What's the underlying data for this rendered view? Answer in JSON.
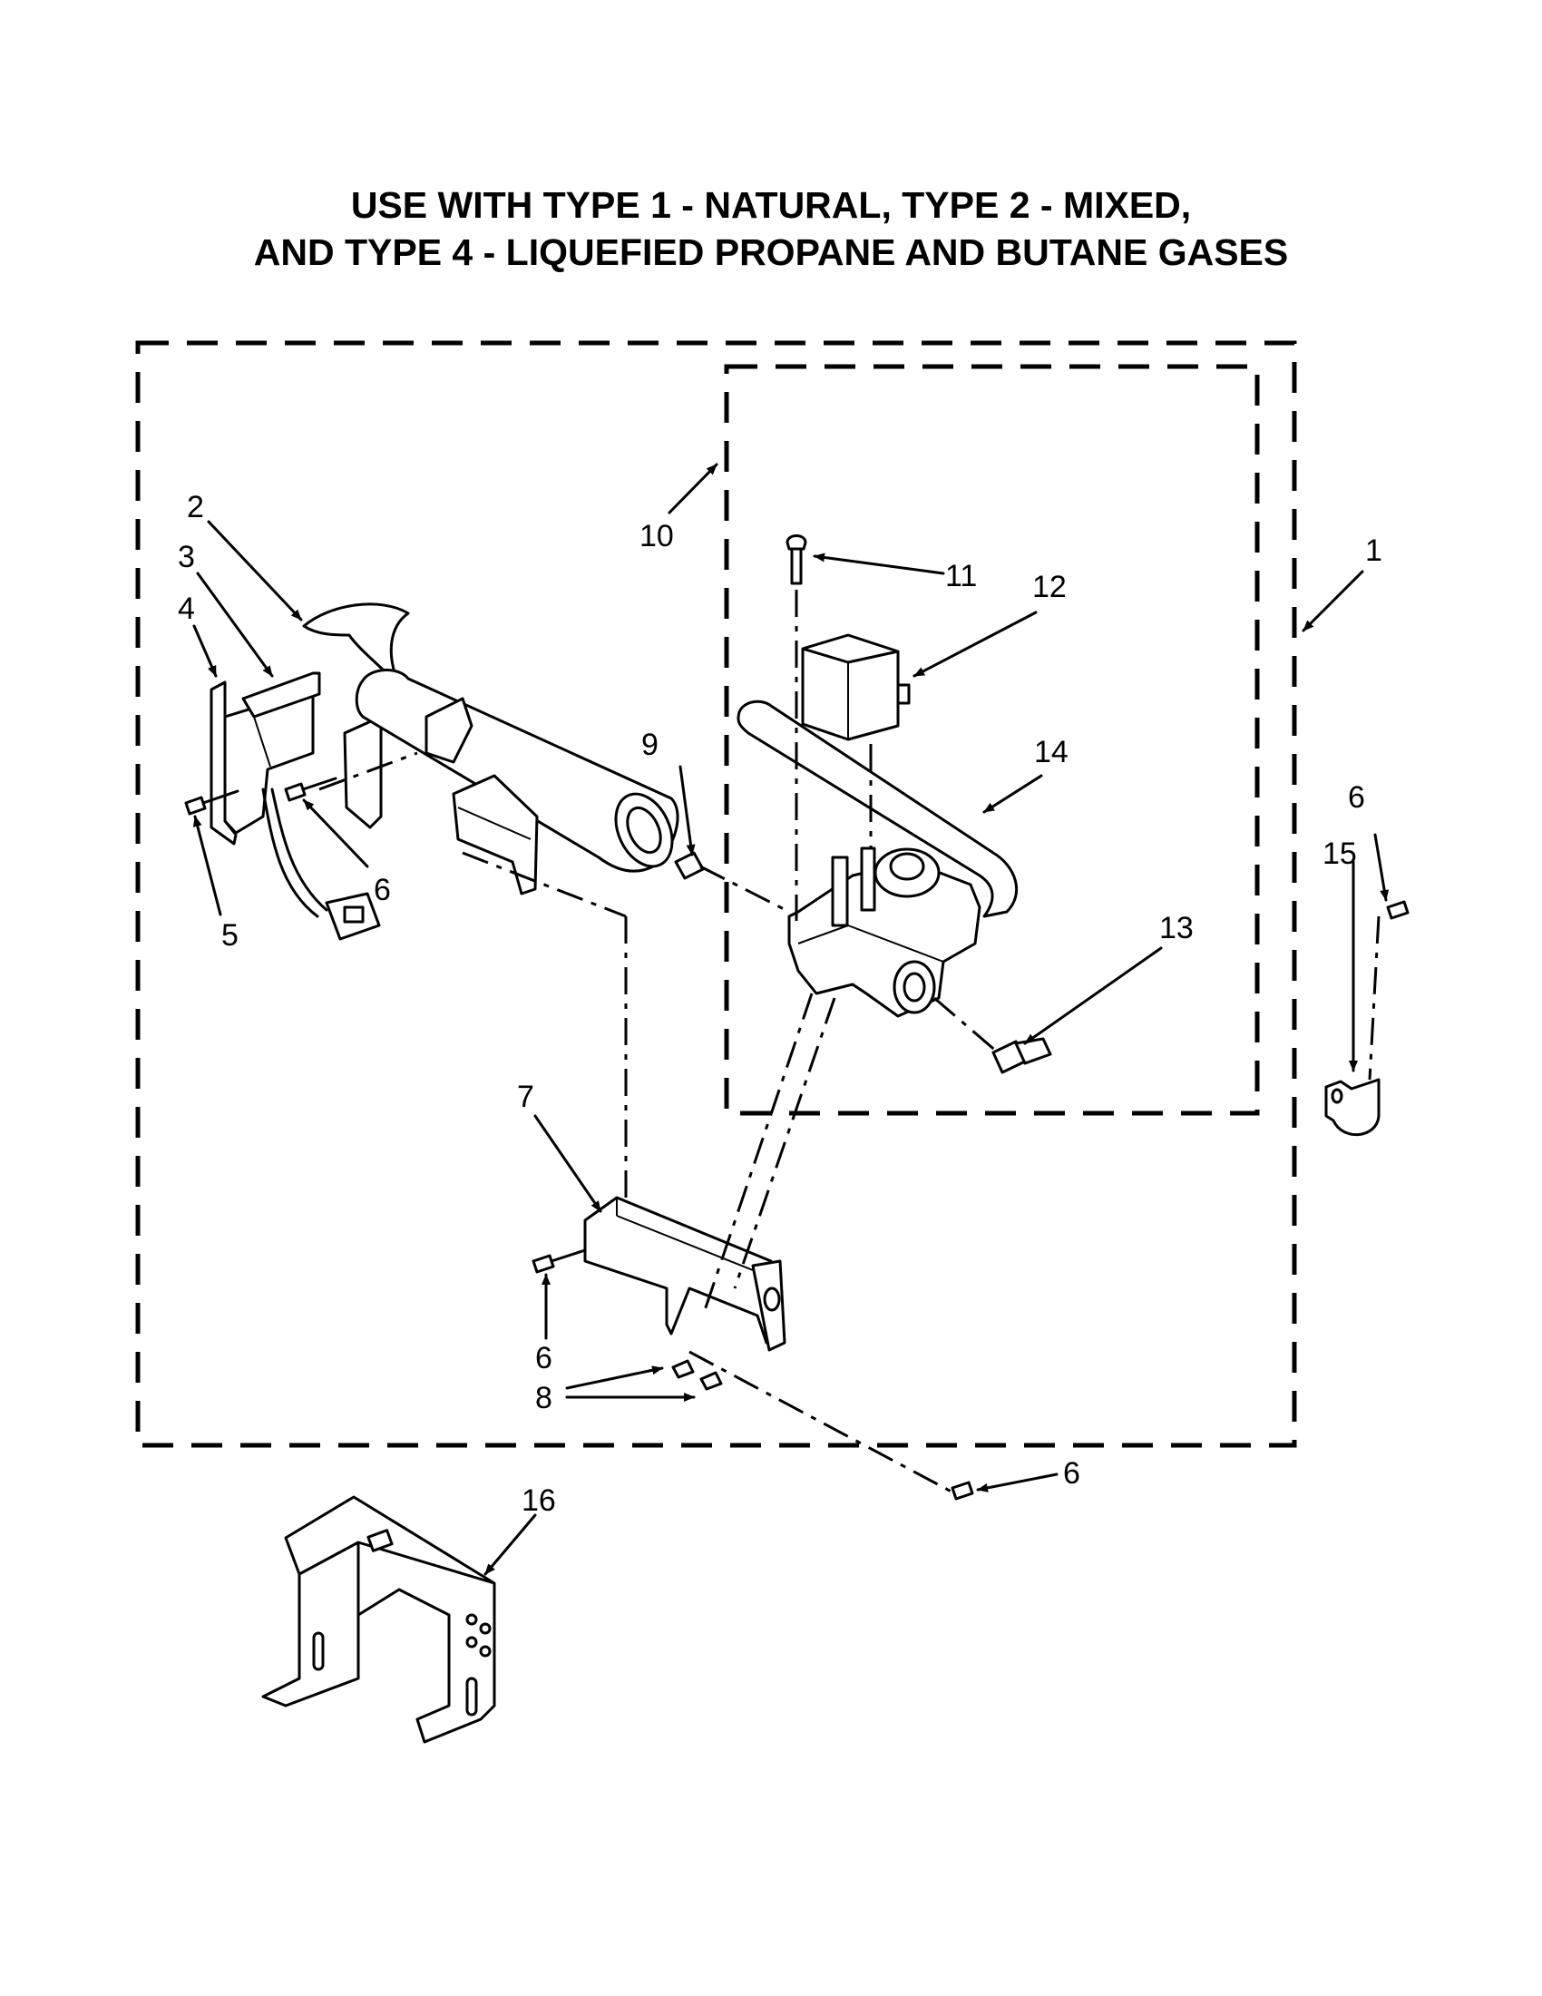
{
  "title": {
    "line1": "USE WITH TYPE 1 - NATURAL, TYPE 2 - MIXED,",
    "line2": "AND TYPE 4 - LIQUEFIED PROPANE AND BUTANE GASES"
  },
  "callouts": {
    "c1": "1",
    "c2": "2",
    "c3": "3",
    "c4": "4",
    "c5": "5",
    "c6a": "6",
    "c6b": "6",
    "c6c": "6",
    "c6d": "6",
    "c7": "7",
    "c8": "8",
    "c9": "9",
    "c10": "10",
    "c11": "11",
    "c12": "12",
    "c13": "13",
    "c14": "14",
    "c15": "15",
    "c16": "16"
  }
}
